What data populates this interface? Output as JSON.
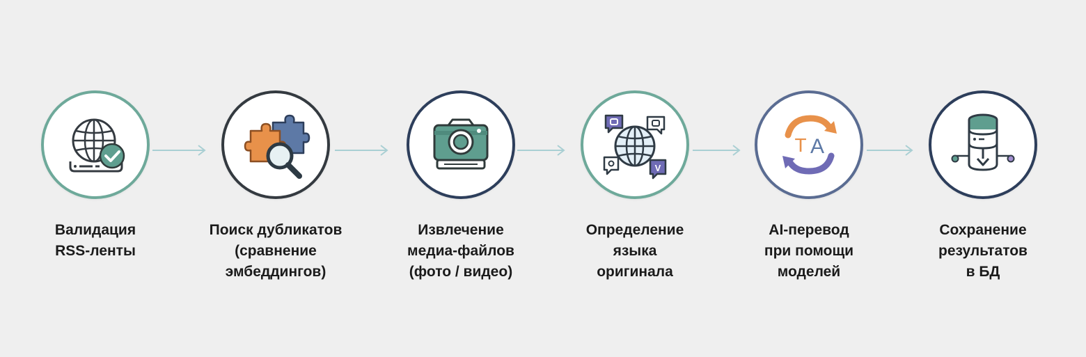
{
  "colors": {
    "background": "#efefef",
    "teal": "#5f9e8f",
    "navy": "#2d3e5b",
    "dark": "#343a40",
    "orange": "#e8914a",
    "blue": "#5d79a6",
    "purple": "#6f6bb5",
    "arrow": "#a9cfd3"
  },
  "steps": [
    {
      "icon": "globe-check-icon",
      "ring": "#6ea99a",
      "lines": [
        "Валидация",
        "RSS-ленты"
      ]
    },
    {
      "icon": "puzzle-magnifier-icon",
      "ring": "#343a40",
      "lines": [
        "Поиск дубликатов",
        "(сравнение",
        "эмбеддингов)"
      ]
    },
    {
      "icon": "camera-icon",
      "ring": "#2d3e5b",
      "lines": [
        "Извлечение",
        "медиа-файлов",
        "(фото / видео)"
      ]
    },
    {
      "icon": "globe-chat-icon",
      "ring": "#6ea99a",
      "lines": [
        "Определение",
        "языка",
        "оригинала"
      ]
    },
    {
      "icon": "translate-icon",
      "ring": "#5a6c92",
      "lines": [
        "AI-перевод",
        "при помощи",
        "моделей"
      ]
    },
    {
      "icon": "database-save-icon",
      "ring": "#2d3e5b",
      "lines": [
        "Сохранение",
        "результатов",
        "в БД"
      ]
    }
  ],
  "translate_letters": {
    "left": "T",
    "right": "A"
  },
  "chat_letter": "V"
}
